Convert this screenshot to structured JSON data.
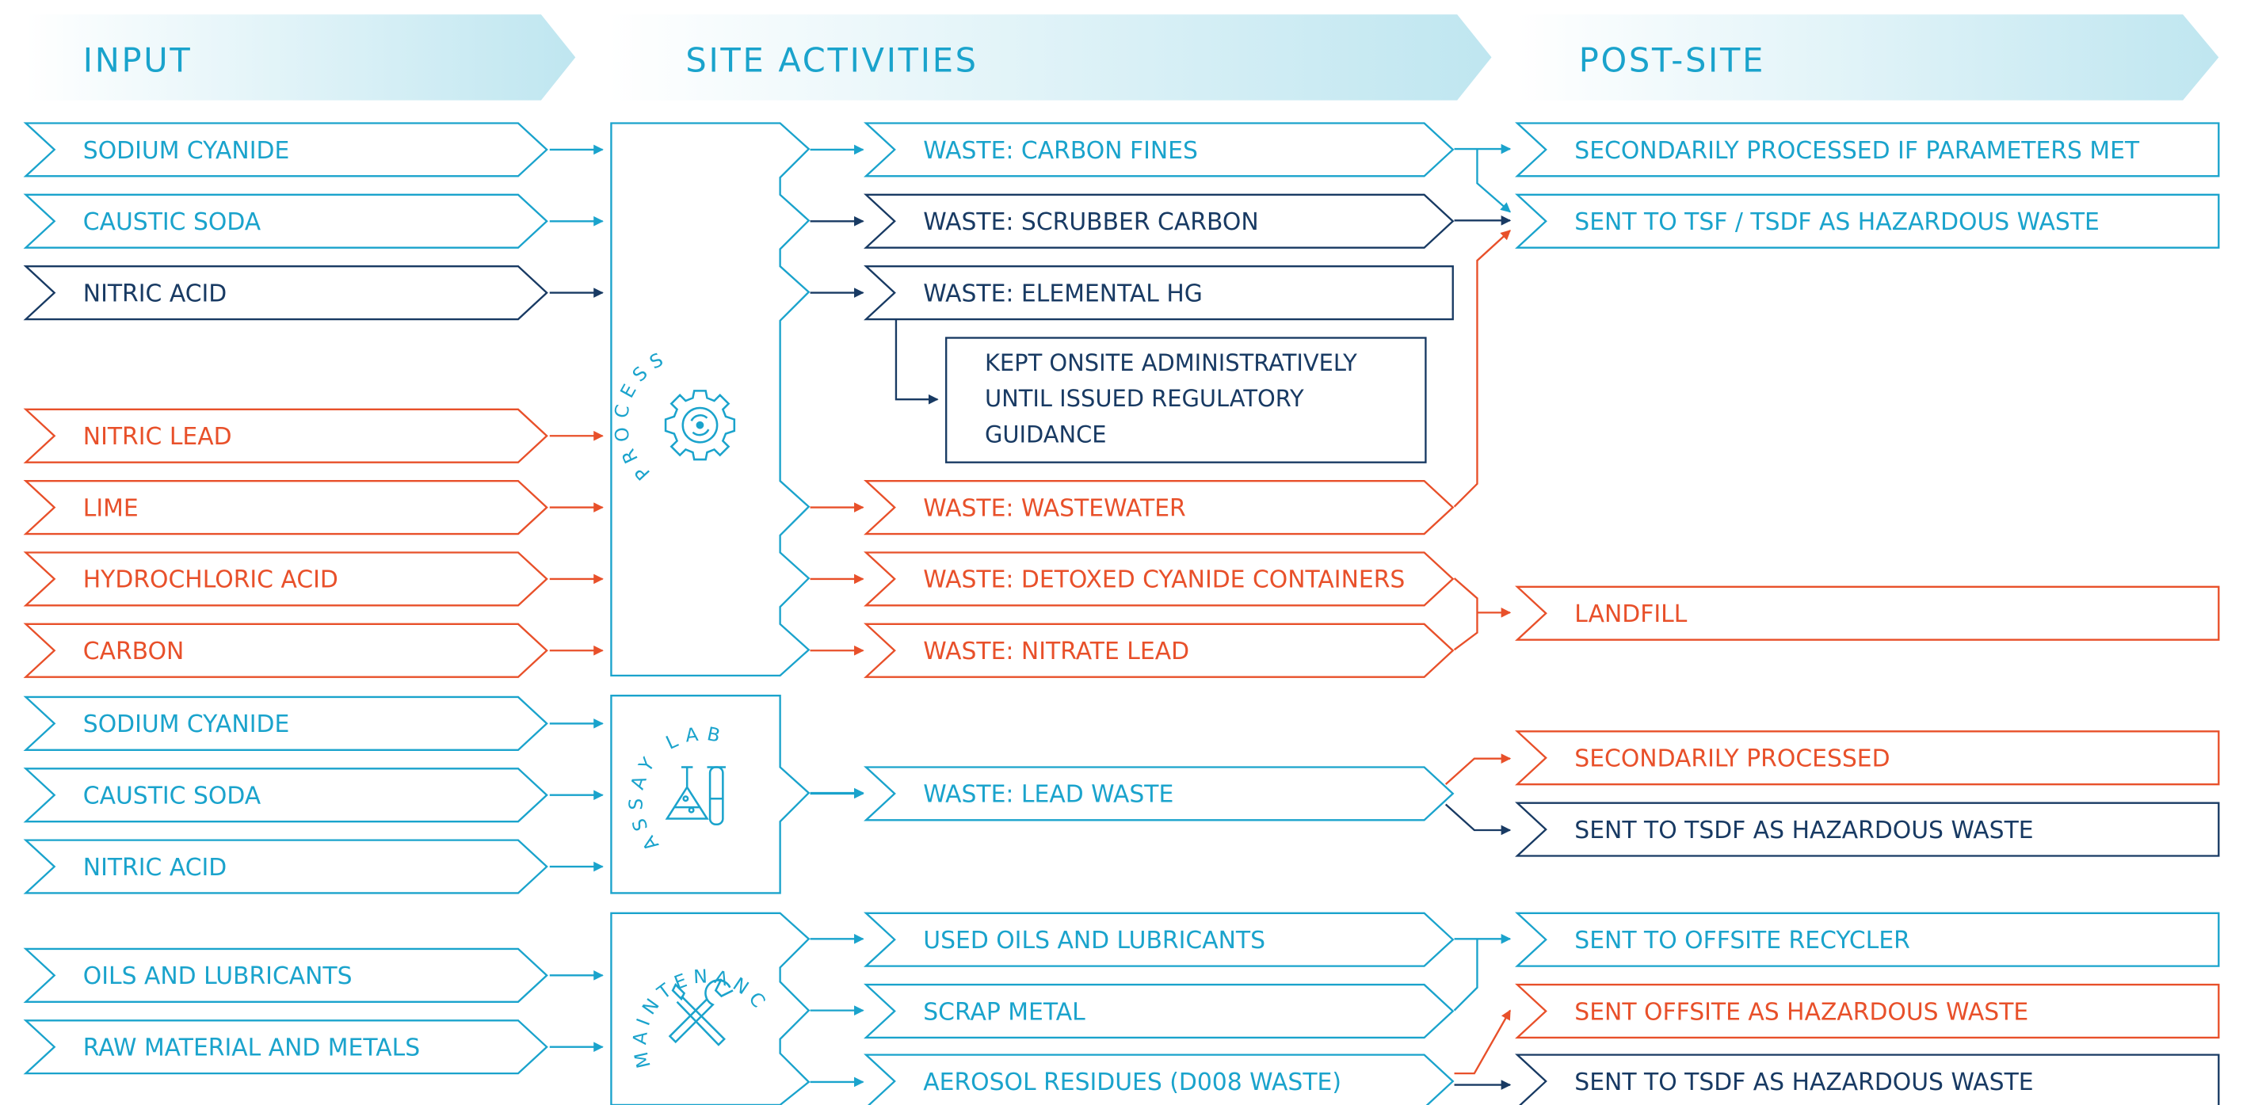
{
  "headers": {
    "input": "INPUT",
    "site": "SITE ACTIVITIES",
    "post": "POST-SITE"
  },
  "colors": {
    "teal": "#1aa3cc",
    "orange": "#e8502a",
    "navy": "#183a63",
    "header_fill": "#bfe6f0"
  },
  "inputs": [
    {
      "label": "SODIUM CYANIDE",
      "color": "teal"
    },
    {
      "label": "CAUSTIC SODA",
      "color": "teal"
    },
    {
      "label": "NITRIC ACID",
      "color": "navy"
    },
    {
      "label": "NITRIC LEAD",
      "color": "orange"
    },
    {
      "label": "LIME",
      "color": "orange"
    },
    {
      "label": "HYDROCHLORIC ACID",
      "color": "orange"
    },
    {
      "label": "CARBON",
      "color": "orange"
    },
    {
      "label": "SODIUM CYANIDE",
      "color": "teal"
    },
    {
      "label": "CAUSTIC SODA",
      "color": "teal"
    },
    {
      "label": "NITRIC ACID",
      "color": "teal"
    },
    {
      "label": "OILS AND LUBRICANTS",
      "color": "teal"
    },
    {
      "label": "RAW MATERIAL AND METALS",
      "color": "teal"
    }
  ],
  "activities": [
    {
      "label": "PROCESS",
      "icon": "gear-icon"
    },
    {
      "label": "ASSAY LAB",
      "icon": "flask-icon"
    },
    {
      "label": "MAINTENANCE",
      "icon": "tools-icon"
    }
  ],
  "wastes": [
    {
      "label": "WASTE: CARBON FINES",
      "color": "teal"
    },
    {
      "label": "WASTE: SCRUBBER CARBON",
      "color": "navy"
    },
    {
      "label": "WASTE: ELEMENTAL HG",
      "color": "navy"
    },
    {
      "label": "WASTE: WASTEWATER",
      "color": "orange"
    },
    {
      "label": "WASTE: DETOXED CYANIDE CONTAINERS",
      "color": "orange"
    },
    {
      "label": "WASTE: NITRATE LEAD",
      "color": "orange"
    },
    {
      "label": "WASTE: LEAD WASTE",
      "color": "teal"
    },
    {
      "label": "USED OILS AND LUBRICANTS",
      "color": "teal"
    },
    {
      "label": "SCRAP METAL",
      "color": "teal"
    },
    {
      "label": "AEROSOL RESIDUES (D008 WASTE)",
      "color": "teal"
    }
  ],
  "note": {
    "lines": [
      "KEPT ONSITE ADMINISTRATIVELY",
      "UNTIL ISSUED REGULATORY",
      "GUIDANCE"
    ],
    "color": "navy"
  },
  "outputs": [
    {
      "label": "SECONDARILY PROCESSED IF PARAMETERS MET",
      "color": "teal"
    },
    {
      "label": "SENT TO TSF / TSDF AS HAZARDOUS WASTE",
      "color": "teal"
    },
    {
      "label": "LANDFILL",
      "color": "orange"
    },
    {
      "label": "SECONDARILY PROCESSED",
      "color": "orange"
    },
    {
      "label": "SENT TO TSDF AS HAZARDOUS WASTE",
      "color": "navy"
    },
    {
      "label": "SENT TO OFFSITE RECYCLER",
      "color": "teal"
    },
    {
      "label": "SENT OFFSITE AS HAZARDOUS WASTE",
      "color": "orange"
    },
    {
      "label": "SENT TO TSDF AS HAZARDOUS WASTE",
      "color": "navy"
    }
  ]
}
